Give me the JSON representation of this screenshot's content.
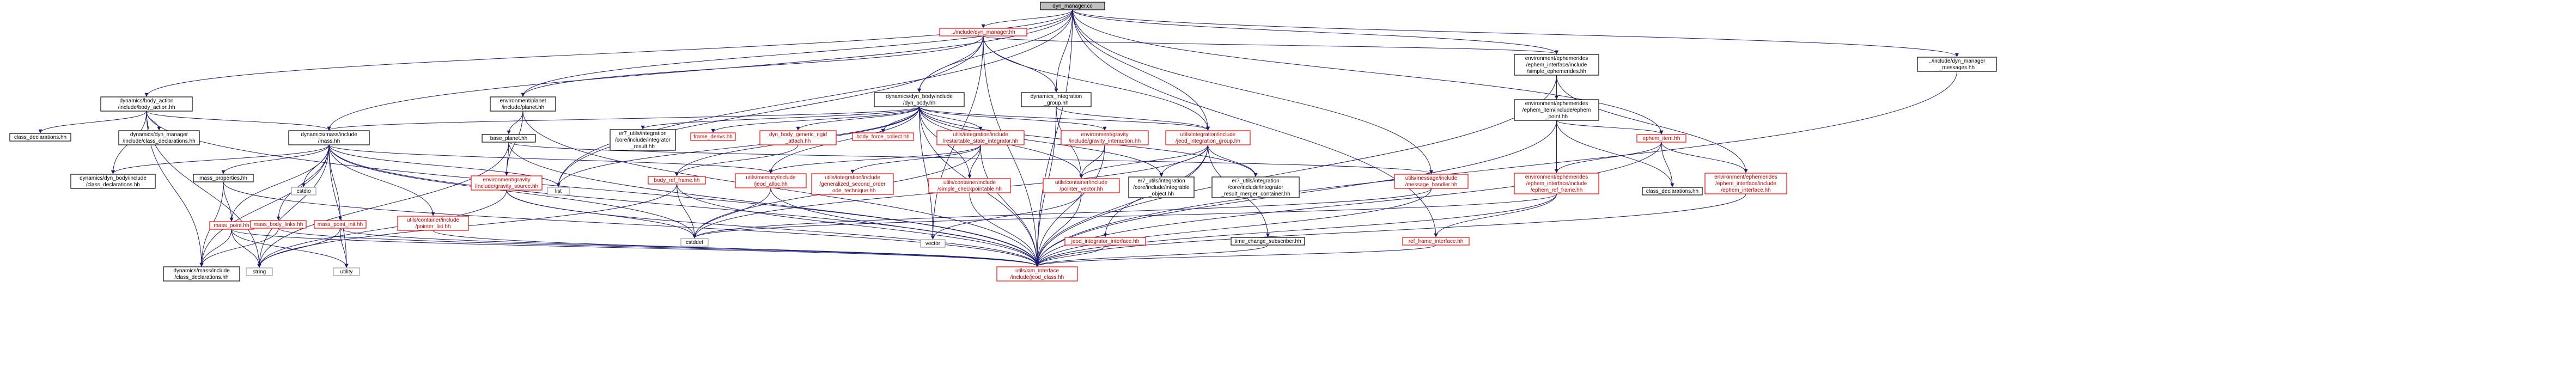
{
  "colors": {
    "edge": "#191970",
    "border_black": "#000000",
    "border_red": "#ff0000",
    "border_gray": "#999999",
    "fill_root": "#bfbfbf",
    "fill_normal": "#ffffff",
    "text_black": "#000000",
    "text_red": "#cc0000"
  },
  "nodes": {
    "dyn_manager_cc": {
      "lines": [
        "dyn_manager.cc"
      ],
      "style": "root"
    },
    "include_dyn_manager_hh": {
      "lines": [
        "../include/dyn_manager.hh"
      ],
      "style": "red"
    },
    "dynamics_body_action": {
      "lines": [
        "dynamics/body_action",
        "/include/body_action.hh"
      ],
      "style": "normal"
    },
    "environment_planet": {
      "lines": [
        "environment/planet",
        "/include/planet.hh"
      ],
      "style": "normal"
    },
    "dynamics_dyn_body": {
      "lines": [
        "dynamics/dyn_body/include",
        "/dyn_body.hh"
      ],
      "style": "normal"
    },
    "dynamics_integration_group": {
      "lines": [
        "dynamics_integration",
        "_group.hh"
      ],
      "style": "normal"
    },
    "env_ephem_simple": {
      "lines": [
        "environment/ephemerides",
        "/ephem_interface/include",
        "/simple_ephemerides.hh"
      ],
      "style": "normal"
    },
    "include_dyn_manager_messages": {
      "lines": [
        "../include/dyn_manager",
        "_messages.hh"
      ],
      "style": "normal"
    },
    "class_declarations_hh": {
      "lines": [
        "class_declarations.hh"
      ],
      "style": "normal"
    },
    "dyn_manager_class_decl": {
      "lines": [
        "dynamics/dyn_manager",
        "/include/class_declarations.hh"
      ],
      "style": "normal"
    },
    "dynamics_mass_mass": {
      "lines": [
        "dynamics/mass/include",
        "/mass.hh"
      ],
      "style": "normal"
    },
    "base_planet": {
      "lines": [
        "base_planet.hh"
      ],
      "style": "normal"
    },
    "er7_integration_result": {
      "lines": [
        "er7_utils/integration",
        "/core/include/integrator",
        "_result.hh"
      ],
      "style": "normal"
    },
    "frame_derivs": {
      "lines": [
        "frame_derivs.hh"
      ],
      "style": "red"
    },
    "dyn_body_generic_rigid": {
      "lines": [
        "dyn_body_generic_rigid",
        "_attach.hh"
      ],
      "style": "red"
    },
    "body_force_collect": {
      "lines": [
        "body_force_collect.hh"
      ],
      "style": "red"
    },
    "utils_integ_restartable": {
      "lines": [
        "utils/integration/include",
        "/restartable_state_integrator.hh"
      ],
      "style": "red"
    },
    "env_gravity_interaction": {
      "lines": [
        "environment/gravity",
        "/include/gravity_interaction.hh"
      ],
      "style": "red"
    },
    "utils_integ_jeod_group": {
      "lines": [
        "utils/integration/include",
        "/jeod_integration_group.hh"
      ],
      "style": "red"
    },
    "env_ephem_item_point": {
      "lines": [
        "environment/ephemerides",
        "/ephem_item/include/ephem",
        "_point.hh"
      ],
      "style": "normal"
    },
    "ephem_item": {
      "lines": [
        "ephem_item.hh"
      ],
      "style": "red"
    },
    "dyn_body_class_decl": {
      "lines": [
        "dynamics/dyn_body/include",
        "/class_declarations.hh"
      ],
      "style": "normal"
    },
    "list": {
      "lines": [
        "list"
      ],
      "style": "gray"
    },
    "mass_properties": {
      "lines": [
        "mass_properties.hh"
      ],
      "style": "normal"
    },
    "cstdio": {
      "lines": [
        "cstdio"
      ],
      "style": "gray"
    },
    "body_ref_frame": {
      "lines": [
        "body_ref_frame.hh"
      ],
      "style": "red"
    },
    "env_gravity_source": {
      "lines": [
        "environment/gravity",
        "/include/gravity_source.hh"
      ],
      "style": "red"
    },
    "utils_memory_alloc": {
      "lines": [
        "utils/memory/include",
        "/jeod_alloc.hh"
      ],
      "style": "red"
    },
    "utils_integ_gen_second": {
      "lines": [
        "utils/integration/include",
        "/generalized_second_order",
        "_ode_technique.hh"
      ],
      "style": "red"
    },
    "utils_container_simple": {
      "lines": [
        "utils/container/include",
        "/simple_checkpointable.hh"
      ],
      "style": "red"
    },
    "utils_container_pointer_vector": {
      "lines": [
        "utils/container/include",
        "/pointer_vector.hh"
      ],
      "style": "red"
    },
    "er7_integrable_object": {
      "lines": [
        "er7_utils/integration",
        "/core/include/integrable",
        "_object.hh"
      ],
      "style": "normal"
    },
    "er7_result_merger": {
      "lines": [
        "er7_utils/integration",
        "/core/include/integrator",
        "_result_merger_container.hh"
      ],
      "style": "normal"
    },
    "utils_message_handler": {
      "lines": [
        "utils/message/include",
        "/message_handler.hh"
      ],
      "style": "red"
    },
    "env_ephem_ref_frame": {
      "lines": [
        "environment/ephemerides",
        "/ephem_interface/include",
        "/ephem_ref_frame.hh"
      ],
      "style": "red"
    },
    "class_declarations_hh_2": {
      "lines": [
        "class_declarations.hh"
      ],
      "style": "normal"
    },
    "env_ephem_interface": {
      "lines": [
        "environment/ephemerides",
        "/ephem_interface/include",
        "/ephem_interface.hh"
      ],
      "style": "red"
    },
    "mass_point": {
      "lines": [
        "mass_point.hh"
      ],
      "style": "red"
    },
    "mass_body_links": {
      "lines": [
        "mass_body_links.hh"
      ],
      "style": "red"
    },
    "mass_point_init": {
      "lines": [
        "mass_point_init.hh"
      ],
      "style": "red"
    },
    "utils_container_pointer_list": {
      "lines": [
        "utils/container/include",
        "/pointer_list.hh"
      ],
      "style": "red"
    },
    "cstddef": {
      "lines": [
        "cstddef"
      ],
      "style": "gray"
    },
    "vector": {
      "lines": [
        "vector"
      ],
      "style": "gray"
    },
    "jeod_integrator_interface": {
      "lines": [
        "jeod_integrator_interface.hh"
      ],
      "style": "red"
    },
    "time_change_subscriber": {
      "lines": [
        "time_change_subscriber.hh"
      ],
      "style": "normal"
    },
    "ref_frame_interface": {
      "lines": [
        "ref_frame_interface.hh"
      ],
      "style": "red"
    },
    "dynamics_mass_class_decl": {
      "lines": [
        "dynamics/mass/include",
        "/class_declarations.hh"
      ],
      "style": "normal"
    },
    "string": {
      "lines": [
        "string"
      ],
      "style": "gray"
    },
    "utility": {
      "lines": [
        "utility"
      ],
      "style": "gray"
    },
    "utils_sim_interface": {
      "lines": [
        "utils/sim_interface",
        "/include/jeod_class.hh"
      ],
      "style": "red"
    }
  }
}
